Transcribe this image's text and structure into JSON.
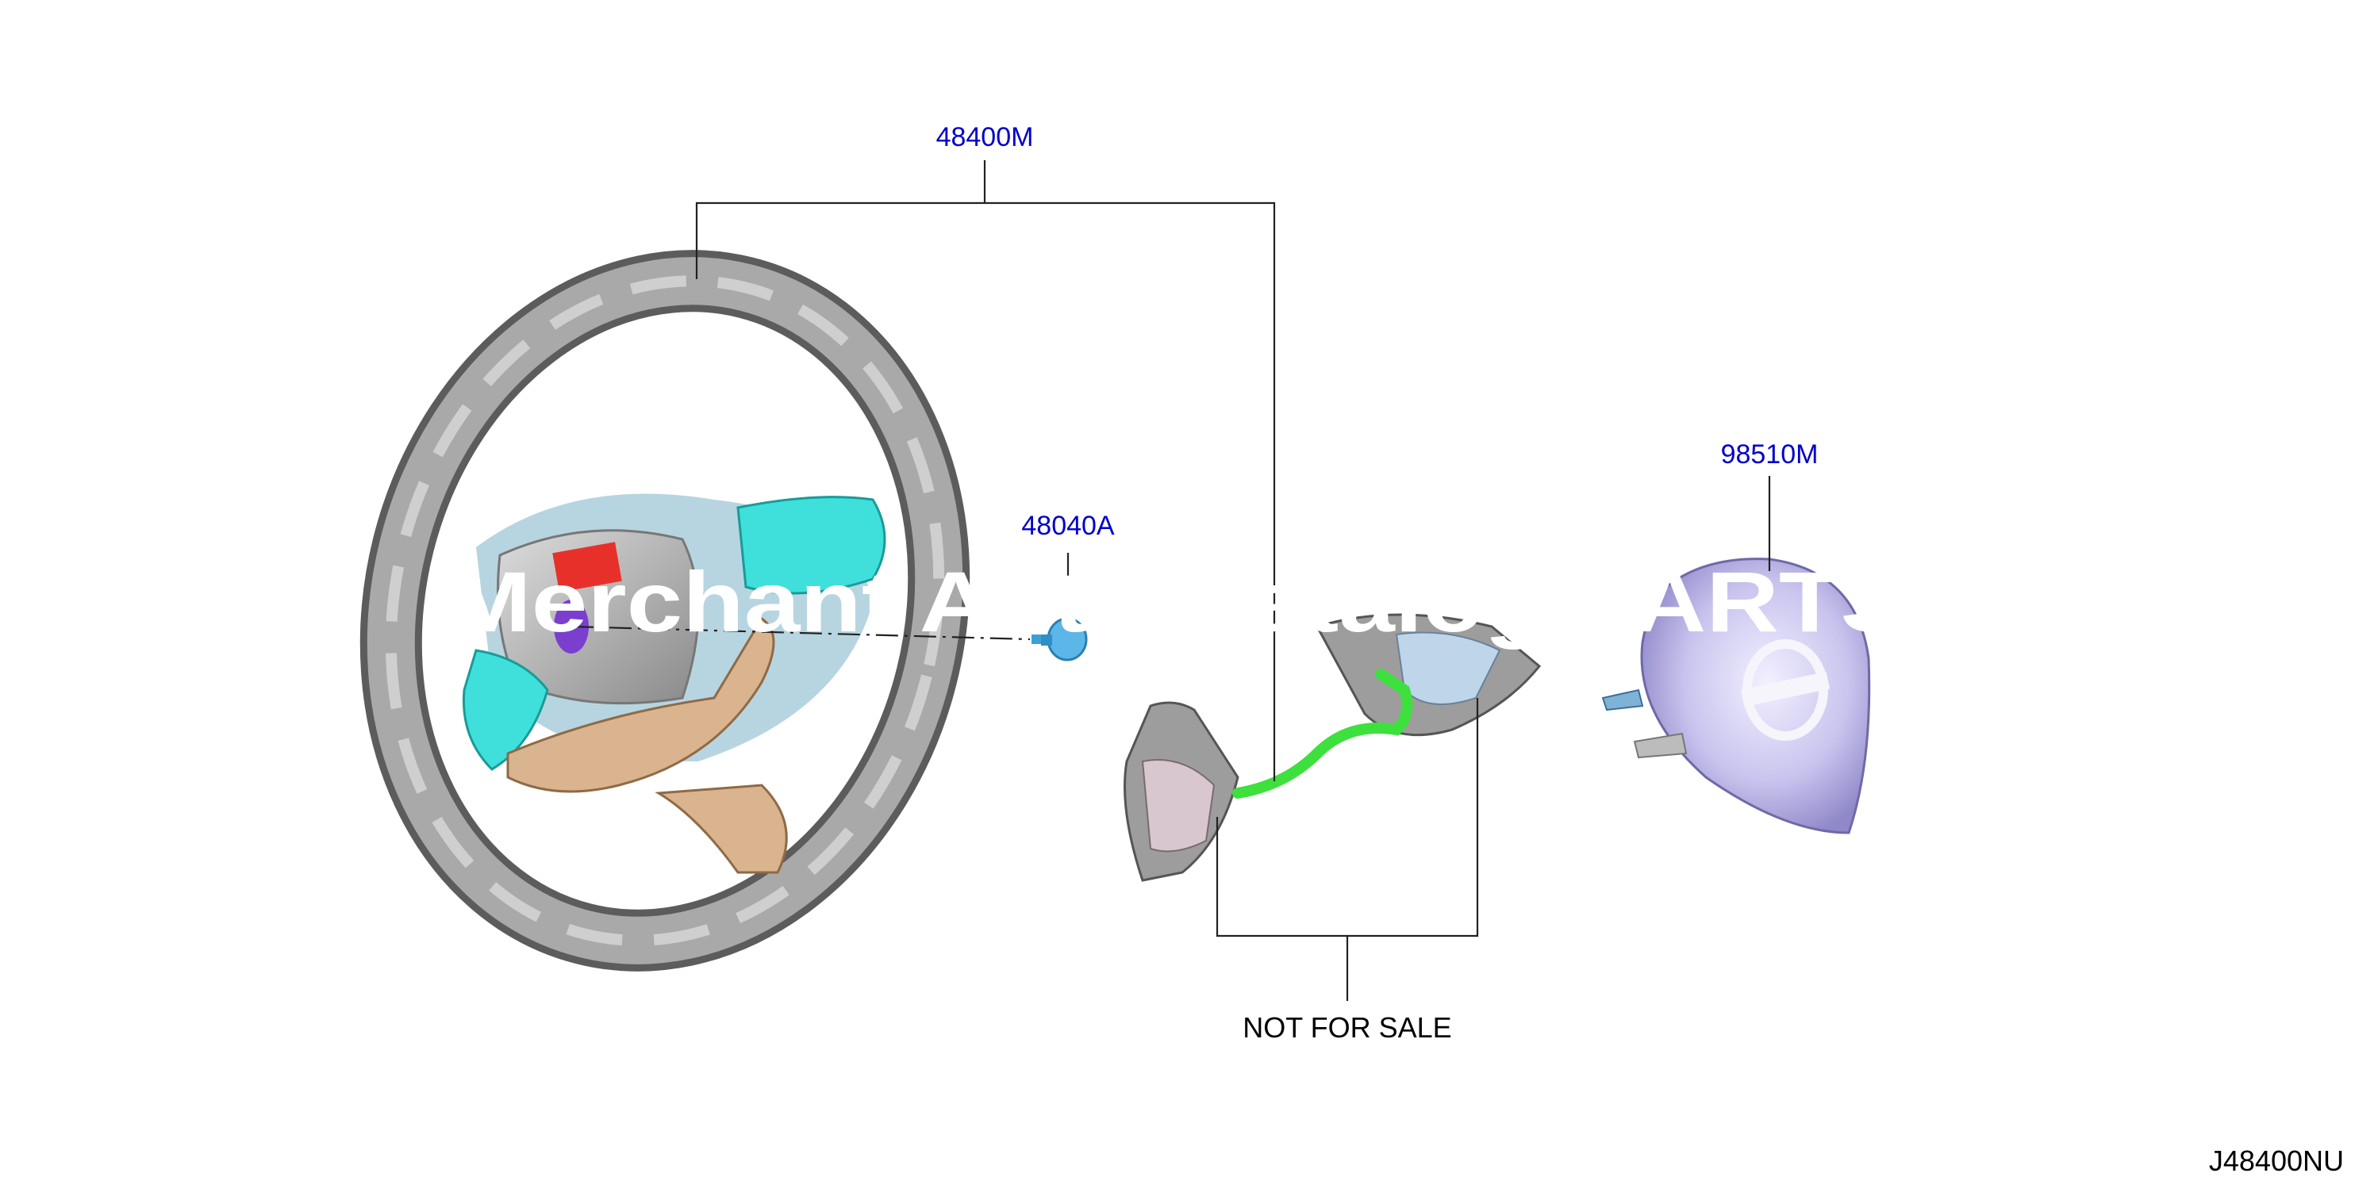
{
  "diagram": {
    "callouts": {
      "steering_wheel_assy": "48400M",
      "bolt": "48040A",
      "air_bag_module": "98510M"
    },
    "not_for_sale_label": "NOT FOR SALE",
    "figure_code": "J48400NU",
    "watermark": "Merchant Auto Catalog PARTS"
  },
  "colors": {
    "callout_text": "#0000cc",
    "leader_line": "#222222",
    "wheel_rim": "#8f8f8f",
    "switch_panel": "#3fe0dc",
    "spoke_trim": "#d9b48f",
    "airbag": "#c9c4ee",
    "harness": "#3ee03e",
    "horn_marker": "#e8302a",
    "center_marker": "#7a3fcf"
  }
}
